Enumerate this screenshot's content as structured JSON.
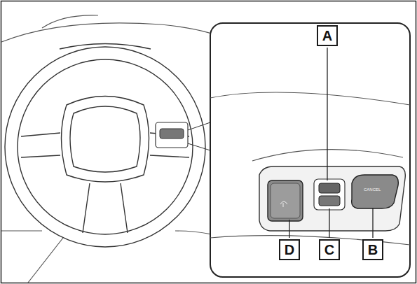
{
  "diagram": {
    "nodes": [
      {
        "text": [
          "A"
        ]
      },
      {
        "text": [
          "D"
        ]
      },
      {
        "text": [
          "C"
        ]
      },
      {
        "text": [
          "B"
        ]
      }
    ],
    "labels": [
      "CANCEL"
    ]
  }
}
